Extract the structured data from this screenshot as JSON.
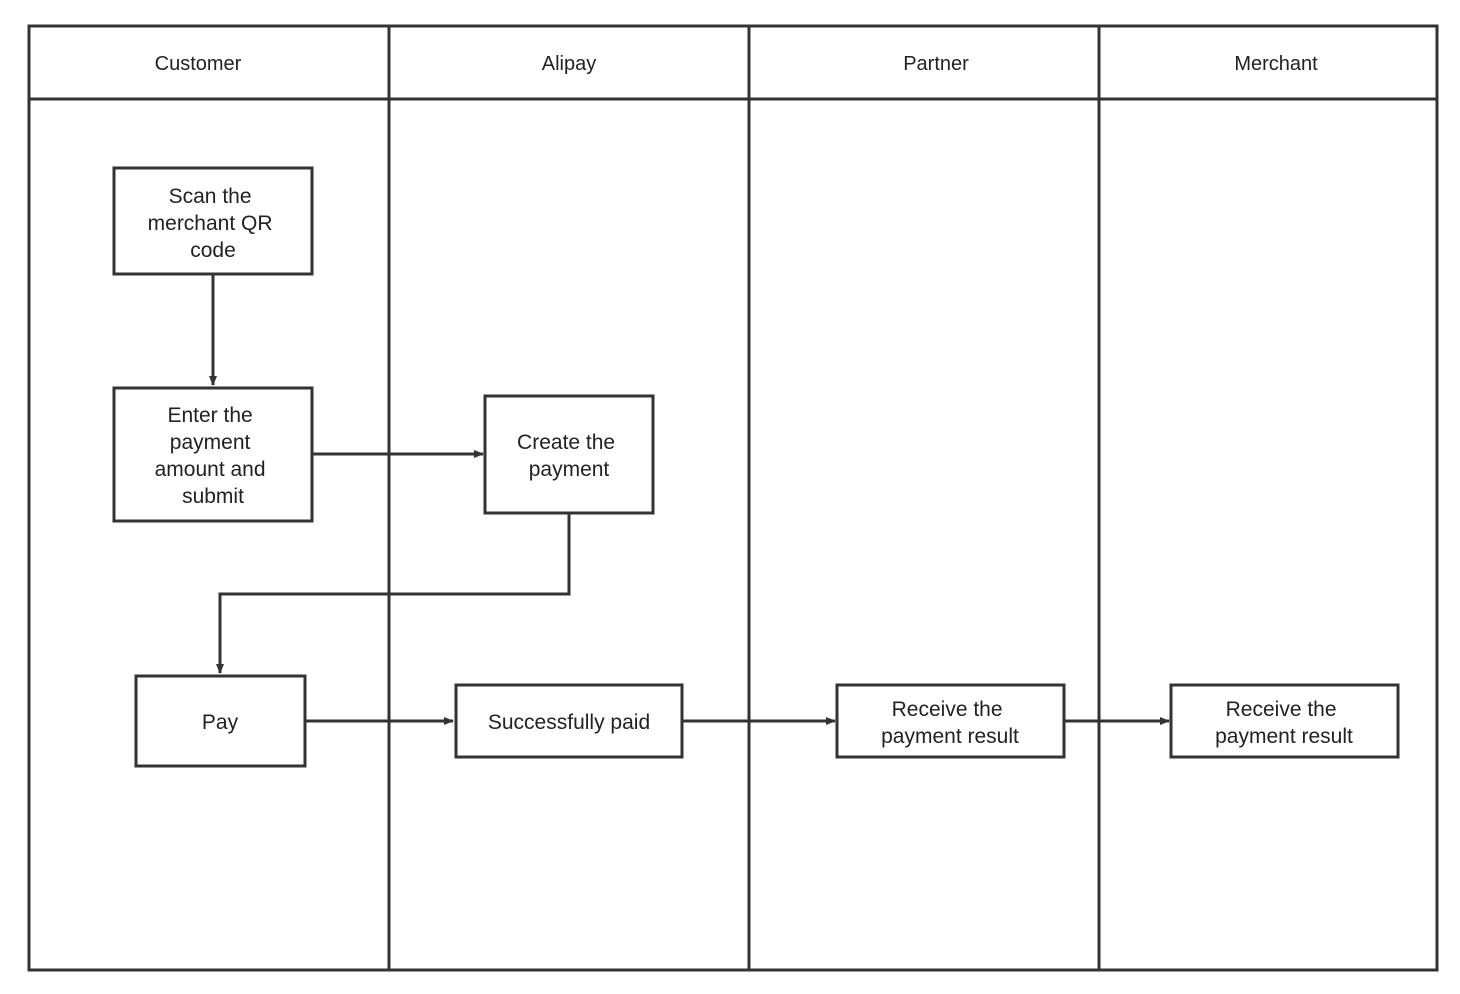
{
  "diagram": {
    "lanes": [
      {
        "id": "customer",
        "label": "Customer"
      },
      {
        "id": "alipay",
        "label": "Alipay"
      },
      {
        "id": "partner",
        "label": "Partner"
      },
      {
        "id": "merchant",
        "label": "Merchant"
      }
    ],
    "nodes": [
      {
        "id": "scan",
        "lane": "customer",
        "lines": [
          "Scan the",
          "merchant QR",
          "code"
        ]
      },
      {
        "id": "enter",
        "lane": "customer",
        "lines": [
          "Enter the",
          "payment",
          "amount and",
          "submit"
        ]
      },
      {
        "id": "create",
        "lane": "alipay",
        "lines": [
          "Create the",
          "payment"
        ]
      },
      {
        "id": "pay",
        "lane": "customer",
        "lines": [
          "Pay"
        ]
      },
      {
        "id": "paid",
        "lane": "alipay",
        "lines": [
          "Successfully paid"
        ]
      },
      {
        "id": "partner_receive",
        "lane": "partner",
        "lines": [
          "Receive the",
          "payment result"
        ]
      },
      {
        "id": "merchant_receive",
        "lane": "merchant",
        "lines": [
          "Receive the",
          "payment result"
        ]
      }
    ],
    "edges": [
      {
        "from": "scan",
        "to": "enter"
      },
      {
        "from": "enter",
        "to": "create"
      },
      {
        "from": "create",
        "to": "pay"
      },
      {
        "from": "pay",
        "to": "paid"
      },
      {
        "from": "paid",
        "to": "partner_receive"
      },
      {
        "from": "partner_receive",
        "to": "merchant_receive"
      }
    ],
    "colors": {
      "stroke": "#333333",
      "text": "#222222",
      "background": "#ffffff"
    }
  }
}
